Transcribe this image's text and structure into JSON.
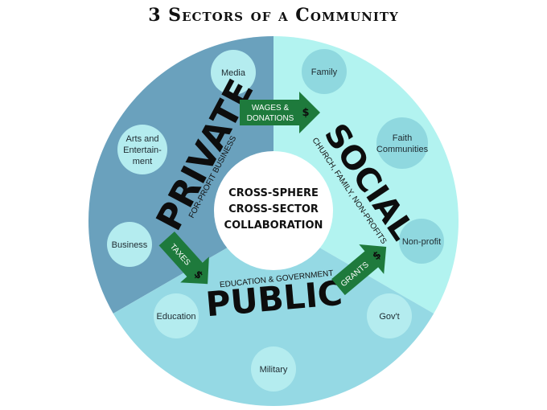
{
  "title": "3 Sectors of a Community",
  "center": {
    "line1": "CROSS-SPHERE",
    "line2": "CROSS-SECTOR",
    "line3": "COLLABORATION"
  },
  "sectors": {
    "private": {
      "name": "PRIVATE",
      "subtitle": "FOR-PROFIT BUSINESS",
      "color": "#6aa1bd"
    },
    "social": {
      "name": "SOCIAL",
      "subtitle": "CHURCH, FAMILY, NON-PROFITS",
      "color": "#b2f3f0"
    },
    "public": {
      "name": "PUBLIC",
      "subtitle": "EDUCATION & GOVERNMENT",
      "color": "#95d9e4"
    }
  },
  "nodes": {
    "media": "Media",
    "arts_line1": "Arts and",
    "arts_line2": "Entertain-",
    "arts_line3": "ment",
    "business": "Business",
    "family": "Family",
    "faith_line1": "Faith",
    "faith_line2": "Communities",
    "nonprofit": "Non-profit",
    "education": "Education",
    "govt": "Gov't",
    "military": "Military"
  },
  "arrows": {
    "wages_line1": "WAGES &",
    "wages_line2": "DONATIONS",
    "taxes": "TAXES",
    "grants": "GRANTS",
    "dollar": "$",
    "color": "#1e7a3c"
  }
}
